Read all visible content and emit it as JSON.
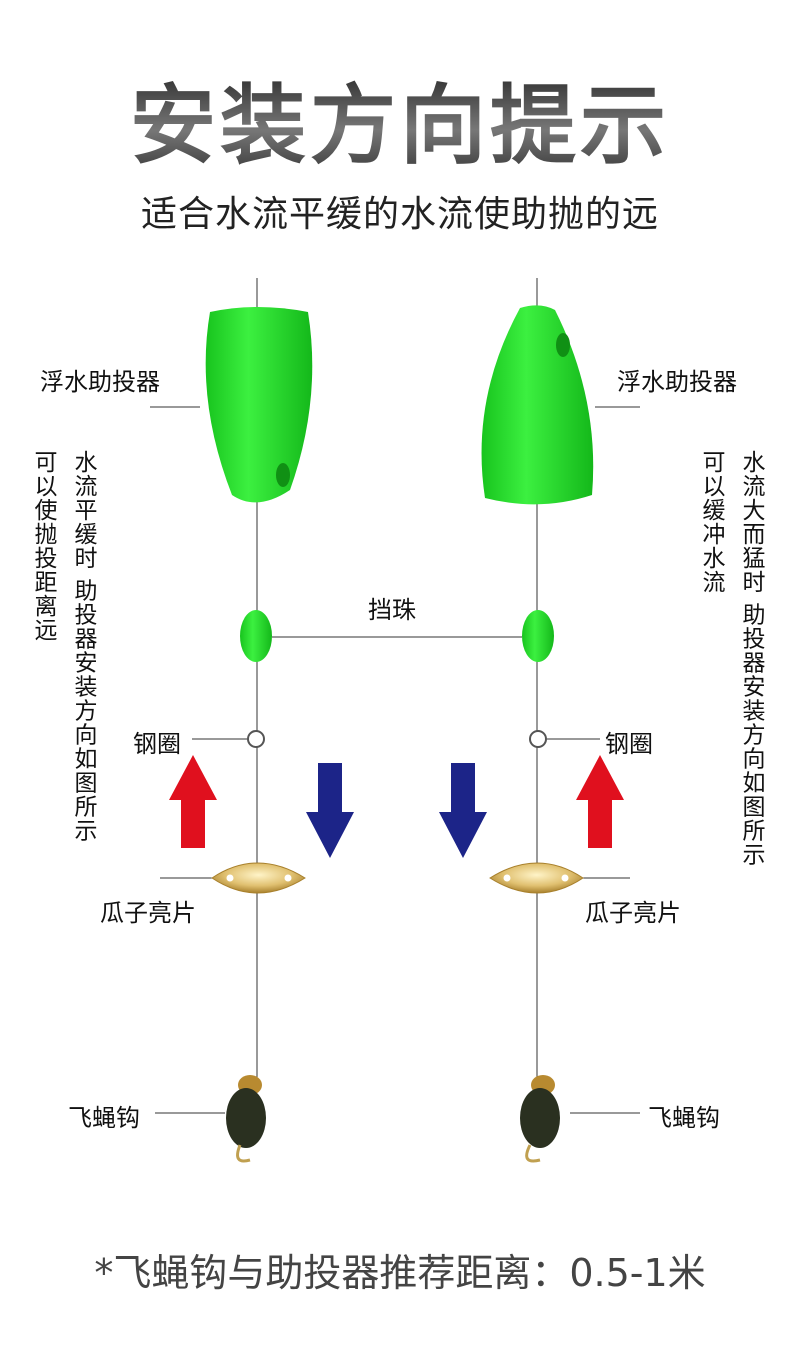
{
  "title": "安装方向提示",
  "subtitle": "适合水流平缓的水流使助抛的远",
  "labels": {
    "float_left": "浮水助投器",
    "float_right": "浮水助投器",
    "stopper_bead": "挡珠",
    "steel_ring_left": "钢圈",
    "steel_ring_right": "钢圈",
    "spinner_left": "瓜子亮片",
    "spinner_right": "瓜子亮片",
    "fly_hook_left": "飞蝇钩",
    "fly_hook_right": "飞蝇钩"
  },
  "notes": {
    "left_benefit": "可以使抛投距离远",
    "left_condition": "水流平缓时 助投器安装方向如图所示",
    "right_benefit": "可以缓冲水流",
    "right_condition": "水流大而猛时 助投器安装方向如图所示"
  },
  "footer": "*飞蝇钩与助投器推荐距离：0.5-1米",
  "colors": {
    "float_green": "#22e02a",
    "arrow_up": "#e0101e",
    "arrow_down": "#1c2488",
    "spinner_gold": "#e0c070"
  },
  "icons": {
    "arrow_up": "red-up-arrow",
    "arrow_down": "blue-down-arrow"
  }
}
